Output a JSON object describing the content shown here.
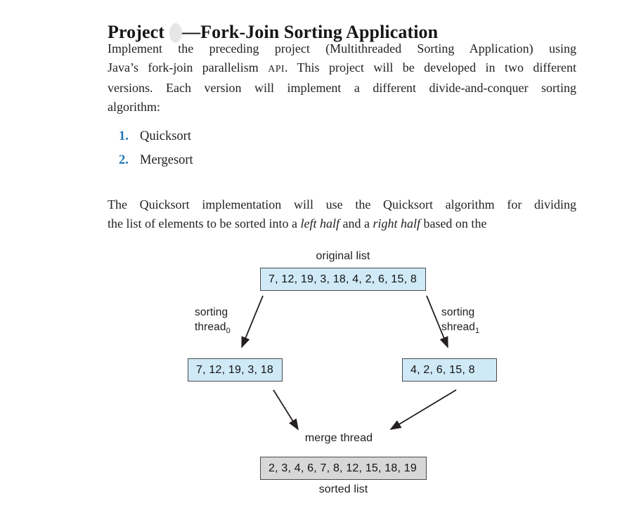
{
  "title": {
    "pre": "Project",
    "post": "—Fork-Join Sorting Application"
  },
  "intro": {
    "line1": "Implement the preceding project (Multithreaded Sorting Application) using",
    "line2_pre": "Java’s fork-join parallelism ",
    "line2_smallcaps": "API",
    "line2_post": ". This project will be developed in two different",
    "line3": "versions. Each version will implement a different divide-and-conquer sorting",
    "line4": "algorithm:"
  },
  "list": {
    "items": [
      {
        "number": "1.",
        "label": "Quicksort"
      },
      {
        "number": "2.",
        "label": "Mergesort"
      }
    ]
  },
  "para2": {
    "line1": "The Quicksort implementation will use the Quicksort algorithm for dividing",
    "line2_pre": "the list of elements to be sorted into a ",
    "line2_italic1": "left half",
    "line2_mid": " and a ",
    "line2_italic2": "right half",
    "line2_post": " based on the"
  },
  "diagram": {
    "original_list_label": "original list",
    "original_list_values": "7, 12, 19, 3, 18, 4, 2, 6, 15, 8",
    "left_thread": {
      "line1": "sorting",
      "line2": "thread",
      "subscript": "0"
    },
    "right_thread": {
      "line1": "sorting",
      "line2": "shread",
      "subscript": "1"
    },
    "left_box_values": "7, 12, 19, 3, 18",
    "right_box_values": "4, 2, 6, 15, 8",
    "merge_label": "merge thread",
    "sorted_values": "2, 3, 4, 6, 7, 8, 12, 15, 18, 19",
    "sorted_list_label": "sorted list"
  },
  "colors": {
    "list_number_blue": "#1f78b8",
    "box_blue_fill": "#cfe9f7",
    "box_grey_fill": "#d7d7d7",
    "box_border": "#4a4a4a",
    "arrow_black": "#231f20"
  }
}
